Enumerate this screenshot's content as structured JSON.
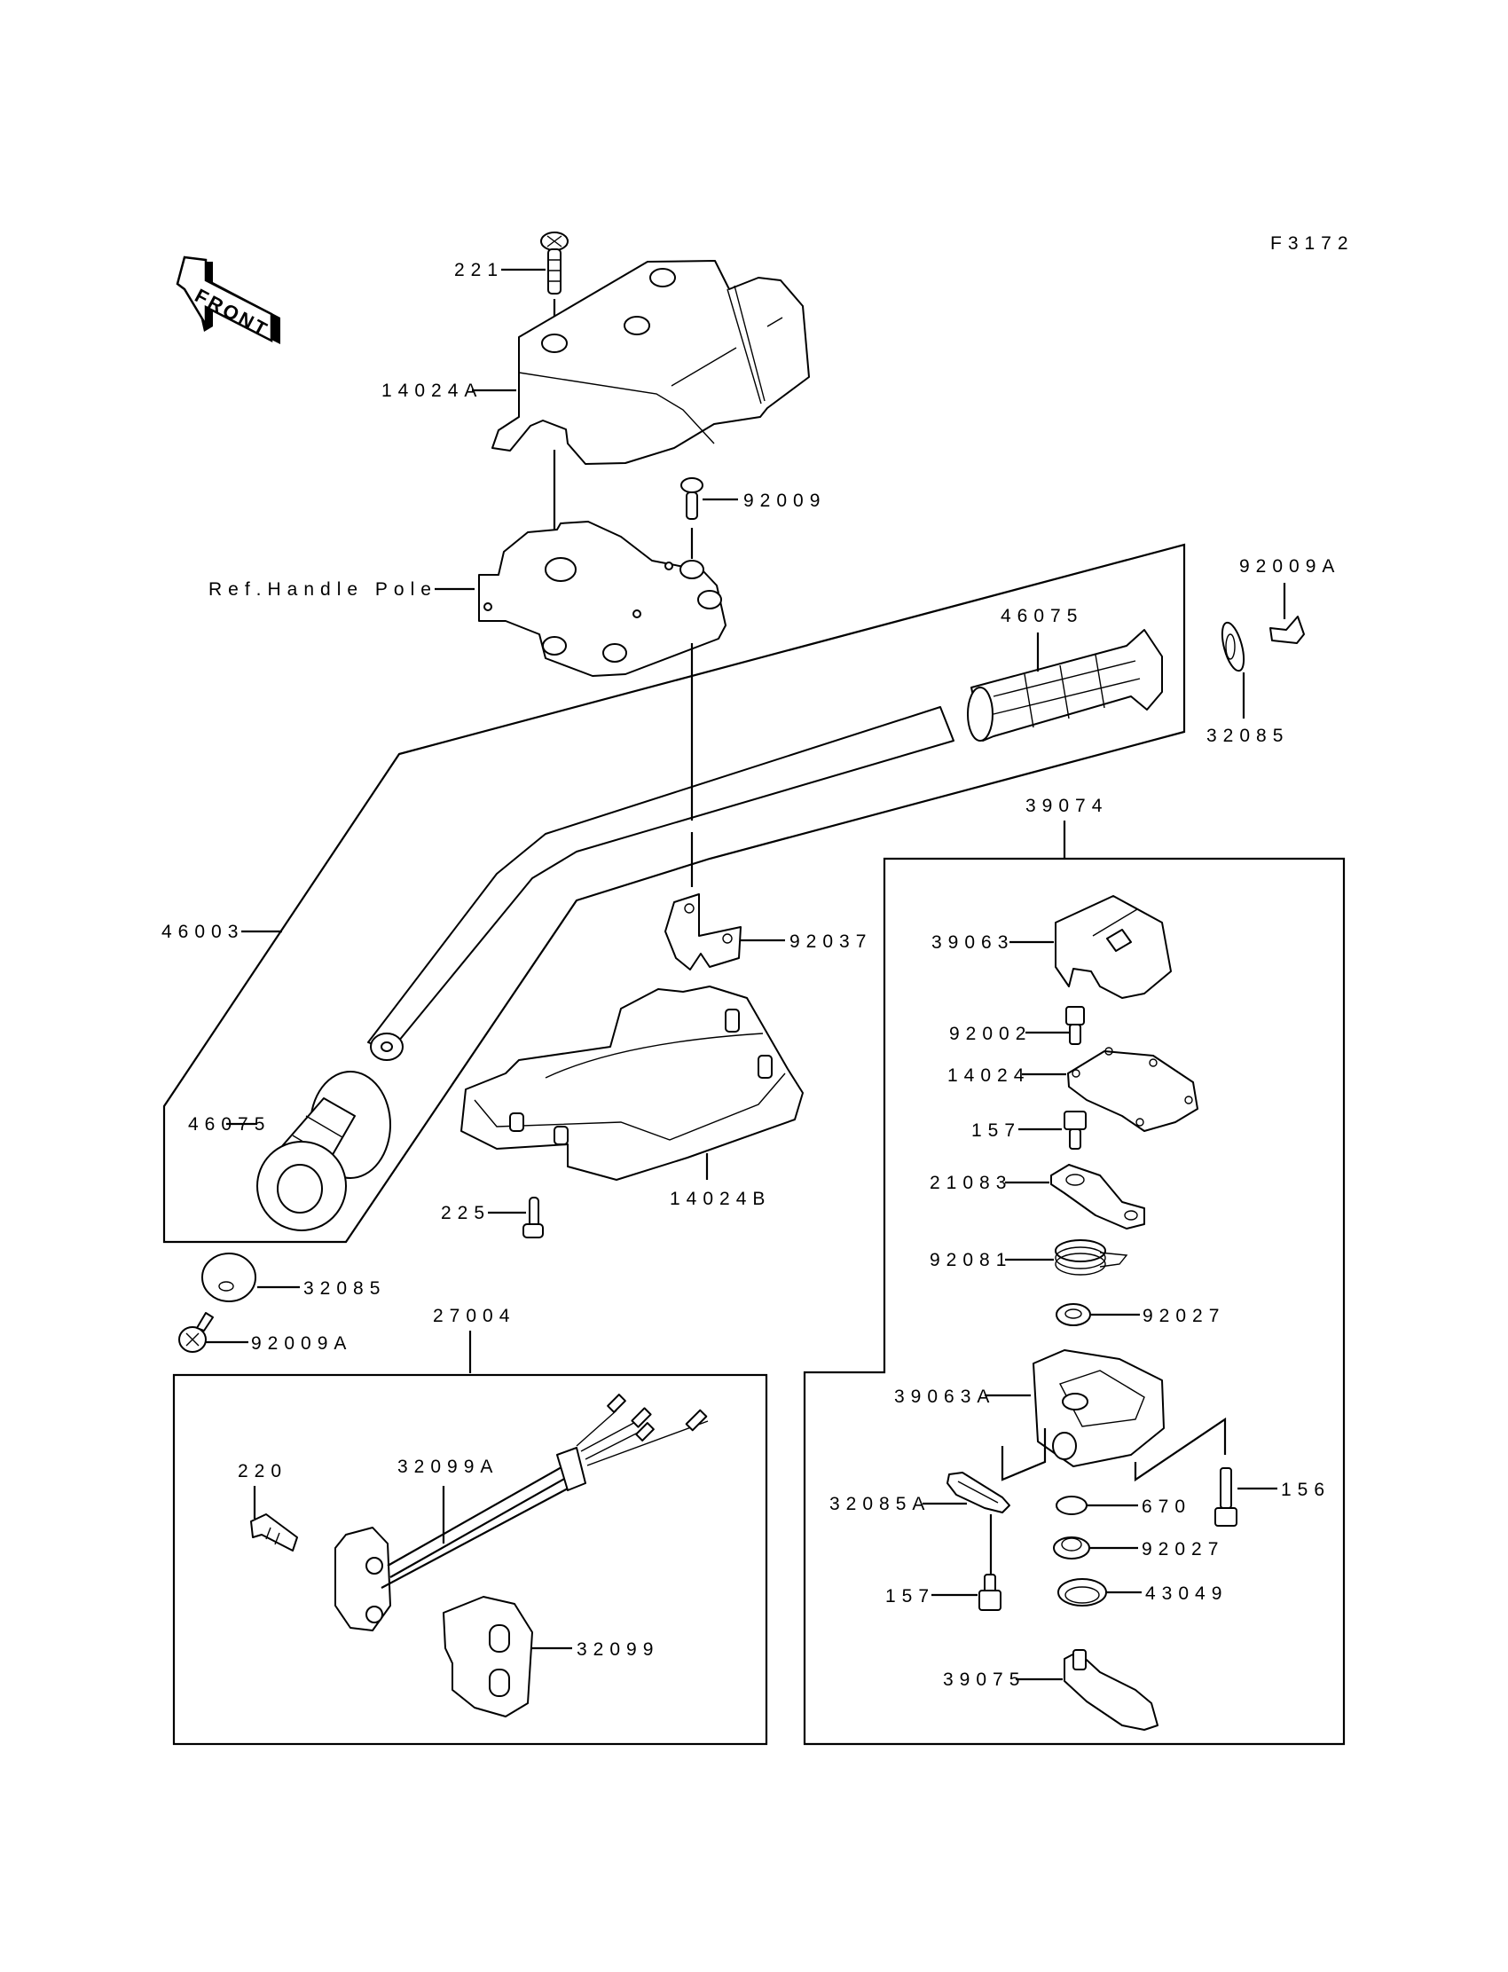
{
  "figure_code": "F3172",
  "front_label": "FRONT",
  "labels": {
    "p221": "221",
    "p14024A": "14024A",
    "p92009": "92009",
    "ref_handle_pole": "Ref.Handle Pole",
    "p92009A_top": "92009A",
    "p32085_top": "32085",
    "p46075_right": "46075",
    "p39074": "39074",
    "p46003": "46003",
    "p92037": "92037",
    "p39063": "39063",
    "p92002": "92002",
    "p14024": "14024",
    "p46075_left": "46075",
    "p157_top": "157",
    "p21083": "21083",
    "p225": "225",
    "p14024B": "14024B",
    "p92081": "92081",
    "p32085_bottom": "32085",
    "p92027_top": "92027",
    "p92009A_bottom": "92009A",
    "p27004": "27004",
    "p39063A": "39063A",
    "p220": "220",
    "p32099A": "32099A",
    "p156": "156",
    "p32085A": "32085A",
    "p670": "670",
    "p92027_bottom": "92027",
    "p157_bottom": "157",
    "p43049": "43049",
    "p32099": "32099",
    "p39075": "39075"
  }
}
